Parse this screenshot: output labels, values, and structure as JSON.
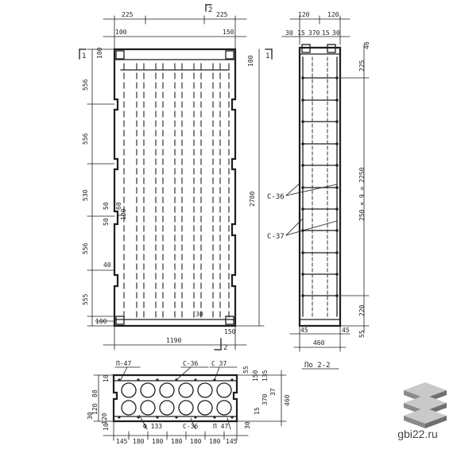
{
  "plan_view": {
    "top_dims": [
      "225",
      "225"
    ],
    "top_small_dims": [
      "100",
      "150"
    ],
    "section_mark_top": "2",
    "section_mark_bottom": "2",
    "mark_1_left": "1",
    "mark_1_right": "1",
    "top_edge_dims": [
      "100",
      "100"
    ],
    "left_dims": [
      "556",
      "556",
      "530",
      "556",
      "555",
      "100"
    ],
    "left_notch_labels": [
      "50",
      "50",
      "60",
      "100",
      "40"
    ],
    "right_overall": "2780",
    "bottom_left_dim": "100",
    "bottom_right_dims": [
      "30",
      "150"
    ],
    "bottom_width": "1190"
  },
  "section_1_1": {
    "top_dims": [
      "120",
      "120"
    ],
    "top_sub_dims": [
      "30",
      "15",
      "370",
      "15",
      "30"
    ],
    "right_dims": [
      "46",
      "225",
      "250 × 9 = 2250",
      "220",
      "55"
    ],
    "rebar_labels": [
      "С-36",
      "С-37"
    ],
    "bottom_small_dims": [
      "45",
      "45"
    ],
    "bottom_width": "460",
    "title": "По 2-2"
  },
  "section_2_2": {
    "rebar_top": [
      "П-47",
      "С-36",
      "С 37"
    ],
    "rebar_bottom": [
      "Ф 133",
      "С-36",
      "П 47"
    ],
    "left_dims": [
      "120",
      "88",
      "10",
      "120",
      "10",
      "30"
    ],
    "right_dims": [
      "55",
      "150",
      "135",
      "37",
      "370",
      "15",
      "30"
    ],
    "right_overall": "460",
    "bottom_dims": [
      "145",
      "180",
      "180",
      "180",
      "180",
      "180",
      "145"
    ]
  },
  "watermark": {
    "site": "gbi22.ru",
    "colors": {
      "top": "#c9c9c9",
      "side": "#8a8a8a",
      "dark": "#6f6f6f"
    }
  }
}
